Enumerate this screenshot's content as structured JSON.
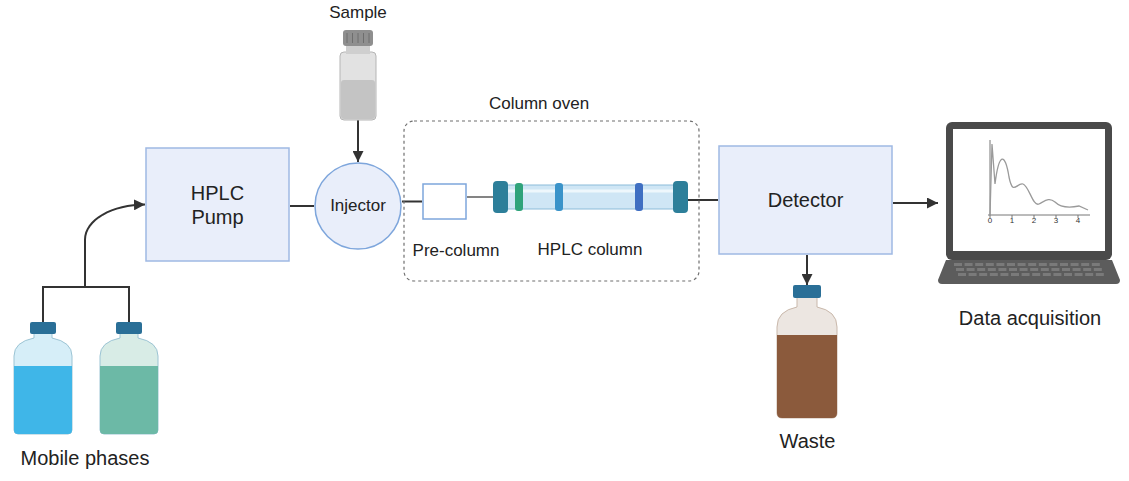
{
  "diagram": {
    "nodes": [
      {
        "text": [
          "Mobile phases"
        ]
      },
      {
        "text": [
          "HPLC Pump"
        ]
      },
      {
        "text": [
          "Sample"
        ]
      },
      {
        "text": [
          "Injector"
        ]
      },
      {
        "text": [
          "Column oven"
        ]
      },
      {
        "text": [
          "Pre-column"
        ],
        "in": 4
      },
      {
        "text": [
          "HPLC column"
        ],
        "in": 4
      },
      {
        "text": [
          "Detector"
        ]
      },
      {
        "text": [
          "Waste"
        ]
      },
      {
        "text": [
          "Data acquisition"
        ]
      }
    ],
    "edges": [
      {
        "from": 0,
        "to": 1,
        "arrow": "to"
      },
      {
        "from": 1,
        "to": 3,
        "arrow": "none"
      },
      {
        "from": 2,
        "to": 3,
        "arrow": "to"
      },
      {
        "from": 3,
        "to": 5,
        "arrow": "none"
      },
      {
        "from": 5,
        "to": 6,
        "arrow": "none"
      },
      {
        "from": 6,
        "to": 7,
        "arrow": "none"
      },
      {
        "from": 7,
        "to": 8,
        "arrow": "to"
      },
      {
        "from": 7,
        "to": 9,
        "arrow": "to"
      }
    ],
    "labels": [
      "0",
      "1",
      "2",
      "3",
      "4"
    ]
  }
}
